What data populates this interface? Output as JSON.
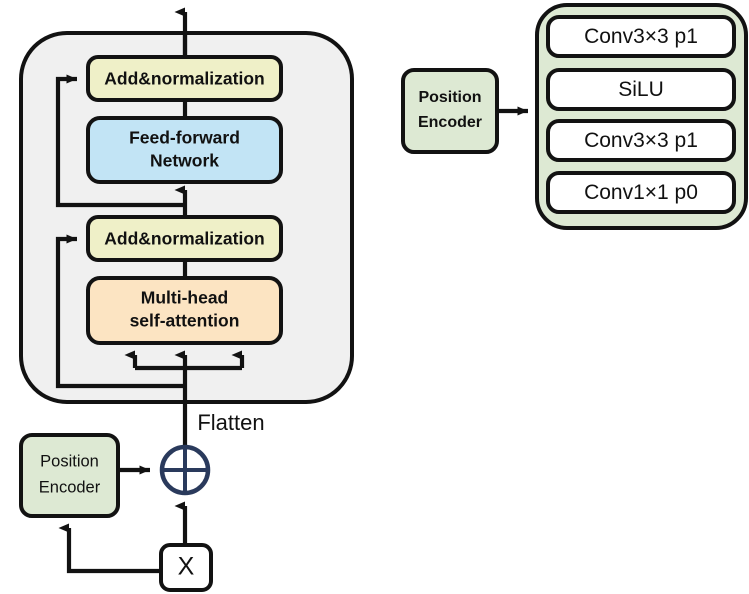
{
  "diagram": {
    "title": "Transformer encoder block with position encoder detail",
    "colors": {
      "yellow": "#eff0c8",
      "blue": "#c2e4f5",
      "orange": "#fce4c2",
      "green": "#dde9d3",
      "gray": "#f0f0f0",
      "white": "#ffffff",
      "outline": "#121212",
      "circle_navy": "#2a3a5c"
    },
    "left": {
      "container_name": "transformer-encoder-block",
      "blocks": [
        {
          "id": "add-norm-top",
          "label": "Add&normalization",
          "fill": "yellow",
          "bold": true
        },
        {
          "id": "feed-forward",
          "label_line1": "Feed-forward",
          "label_line2": "Network",
          "fill": "blue",
          "bold": true
        },
        {
          "id": "add-norm-bottom",
          "label": "Add&normalization",
          "fill": "yellow",
          "bold": true
        },
        {
          "id": "multi-head",
          "label_line1": "Multi-head",
          "label_line2": "self-attention",
          "fill": "orange",
          "bold": true
        }
      ],
      "flatten_label": "Flatten",
      "position_encoder": {
        "line1": "Position",
        "line2": "Encoder",
        "fill": "green",
        "bold": false
      },
      "sum_symbol": "plus-circle",
      "input_label": "X"
    },
    "right": {
      "position_encoder": {
        "line1": "Position",
        "line2": "Encoder",
        "fill": "green",
        "bold": true
      },
      "stack_container_fill": "green",
      "layers": [
        {
          "id": "conv3x3-p1-a",
          "label": "Conv3×3 p1"
        },
        {
          "id": "silu",
          "label": "SiLU"
        },
        {
          "id": "conv3x3-p1-b",
          "label": "Conv3×3 p1"
        },
        {
          "id": "conv1x1-p0",
          "label": "Conv1×1 p0"
        }
      ]
    }
  }
}
